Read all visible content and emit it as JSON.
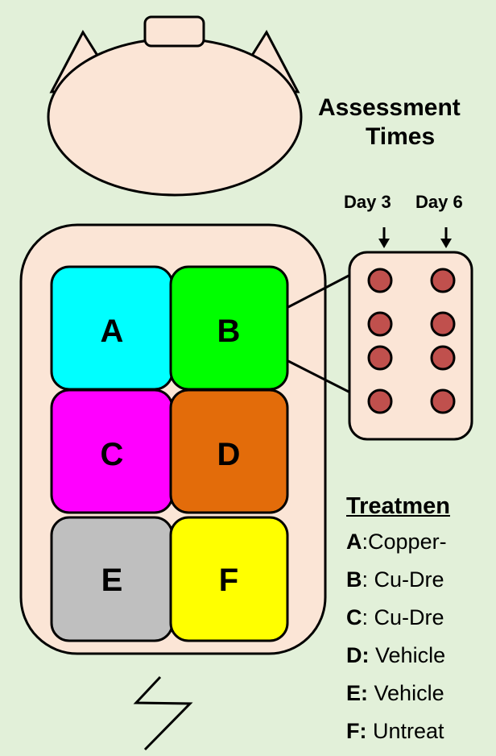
{
  "assessment": {
    "title_line1": "Assessment",
    "title_line2": "Times",
    "days": [
      "Day 3",
      "Day 6"
    ]
  },
  "patches": [
    {
      "letter": "A",
      "color": "#00ffff"
    },
    {
      "letter": "B",
      "color": "#00ff00"
    },
    {
      "letter": "C",
      "color": "#ff00ff"
    },
    {
      "letter": "D",
      "color": "#e36c0a"
    },
    {
      "letter": "E",
      "color": "#bfbfbf"
    },
    {
      "letter": "F",
      "color": "#ffff00"
    }
  ],
  "treatments": {
    "heading": "Treatmen",
    "items": [
      {
        "key": "A",
        "sep": ":",
        "text": "Copper-"
      },
      {
        "key": "B",
        "sep": ": ",
        "text": "Cu-Dre"
      },
      {
        "key": "C",
        "sep": ": ",
        "text": "Cu-Dre"
      },
      {
        "key": "D:",
        "sep": " ",
        "text": "Vehicle"
      },
      {
        "key": "E:",
        "sep": " ",
        "text": "Vehicle"
      },
      {
        "key": "F:",
        "sep": " ",
        "text": "Untreat"
      }
    ]
  },
  "colors": {
    "background": "#e2f0d9",
    "skin": "#fbe5d6",
    "wound": "#c0504d"
  }
}
